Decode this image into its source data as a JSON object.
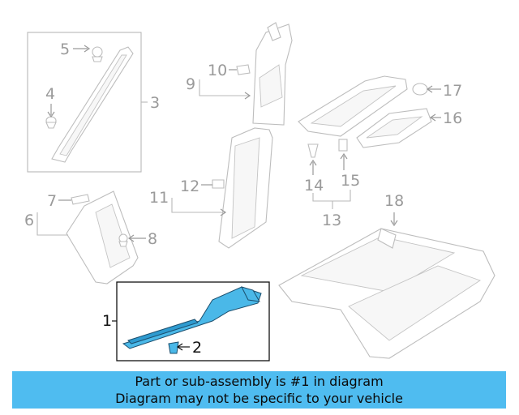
{
  "callouts": {
    "c1": "1",
    "c2": "2",
    "c3": "3",
    "c4": "4",
    "c5": "5",
    "c6": "6",
    "c7": "7",
    "c8": "8",
    "c9": "9",
    "c10": "10",
    "c11": "11",
    "c12": "12",
    "c13": "13",
    "c14": "14",
    "c15": "15",
    "c16": "16",
    "c17": "17",
    "c18": "18"
  },
  "highlight_color": "#4ab8e8",
  "banner": {
    "line1": "Part or sub-assembly is #1 in diagram",
    "line2": "Diagram may not be specific to your vehicle",
    "color": "#4fbcf0"
  }
}
